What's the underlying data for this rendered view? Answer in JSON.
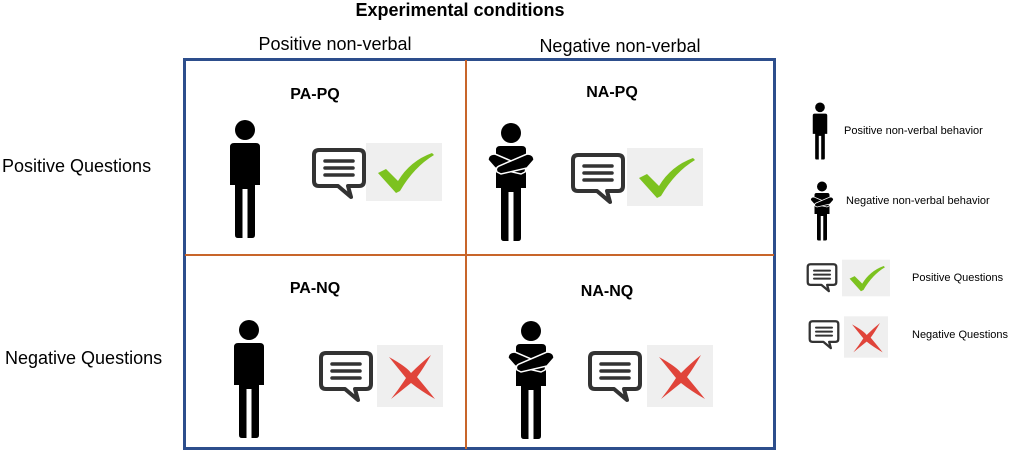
{
  "title": "Experimental conditions",
  "columns": {
    "positive": "Positive non-verbal",
    "negative": "Negative non-verbal"
  },
  "rows": {
    "positive": "Positive Questions",
    "negative": "Negative Questions"
  },
  "cells": {
    "pa_pq": "PA-PQ",
    "na_pq": "NA-PQ",
    "pa_nq": "PA-NQ",
    "na_nq": "NA-NQ"
  },
  "legend": {
    "positive_behavior": "Positive non-verbal behavior",
    "negative_behavior": "Negative non-verbal behavior",
    "positive_questions": "Positive Questions",
    "negative_questions": "Negative Questions"
  },
  "colors": {
    "frame": "#2d4e8c",
    "divider": "#c8652a",
    "check": "#7cc21f",
    "cross": "#e0443a",
    "icon_bg": "#efefef"
  }
}
